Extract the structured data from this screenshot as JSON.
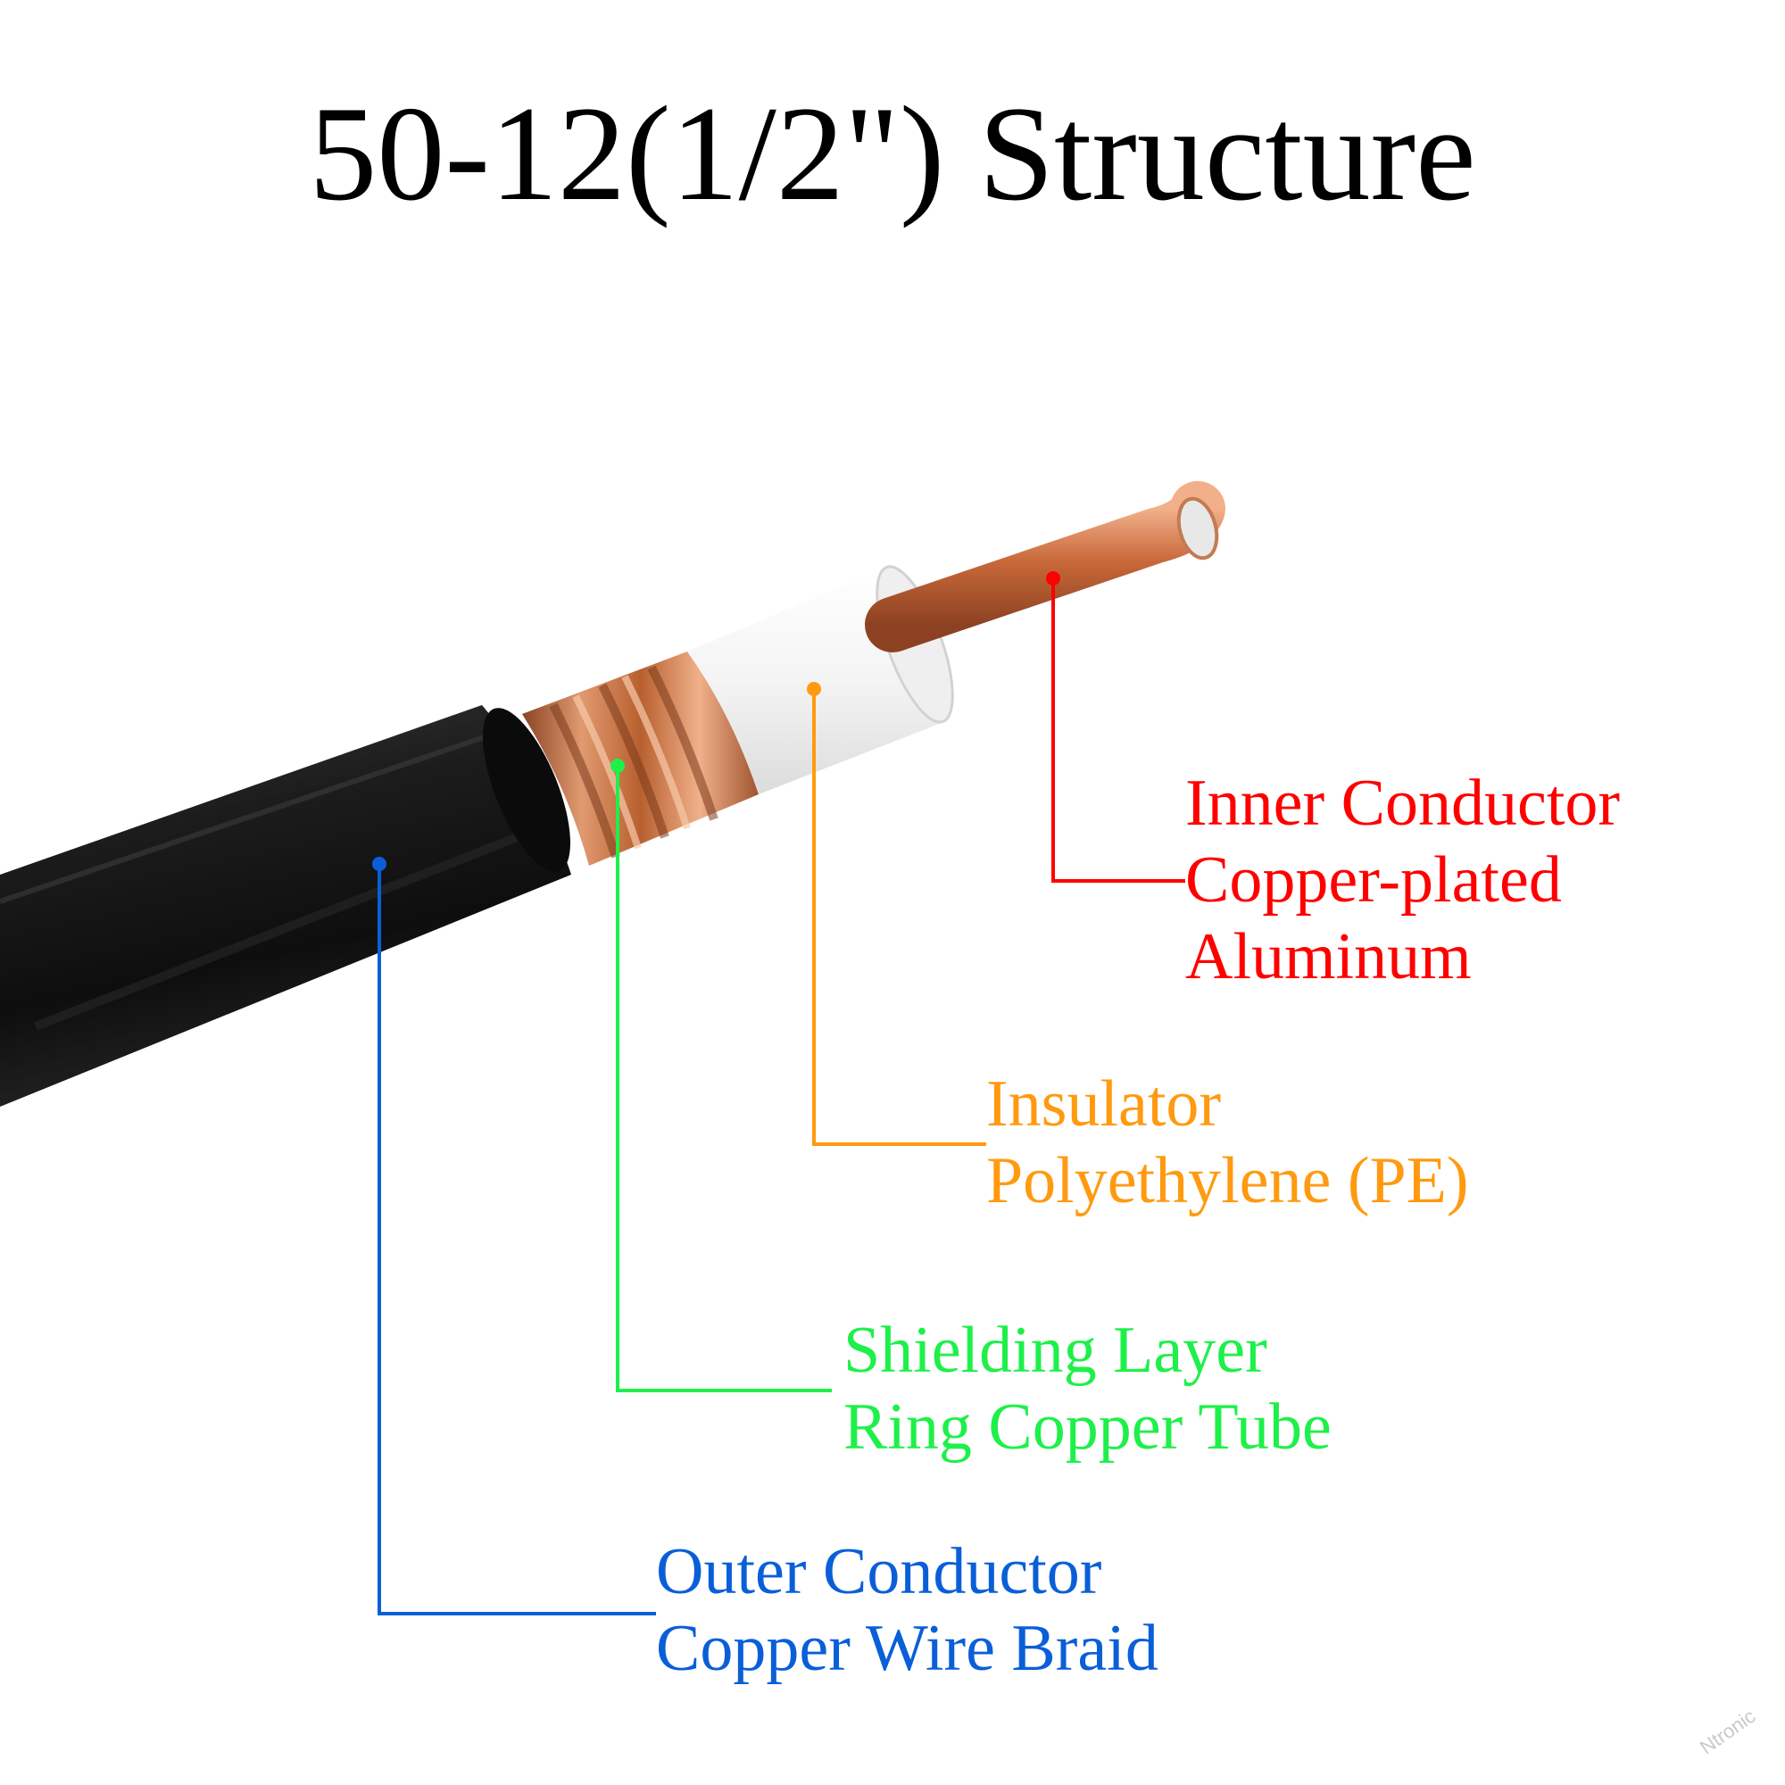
{
  "title": "50-12(1/2\") Structure",
  "colors": {
    "inner": "#ff0000",
    "insulator": "#ff9a10",
    "shield": "#1ef04a",
    "outer": "#0a5fd8",
    "jacket": "#141414",
    "copper": "#c8703f"
  },
  "callouts": {
    "inner": {
      "line1": "Inner Conductor",
      "line2": "Copper-plated",
      "line3": "Aluminum"
    },
    "insulator": {
      "line1": "Insulator",
      "line2": "Polyethylene (PE)"
    },
    "shield": {
      "line1": "Shielding Layer",
      "line2": "Ring Copper Tube"
    },
    "outer": {
      "line1": "Outer Conductor",
      "line2": "Copper Wire Braid"
    }
  },
  "watermark": "Ntronic"
}
